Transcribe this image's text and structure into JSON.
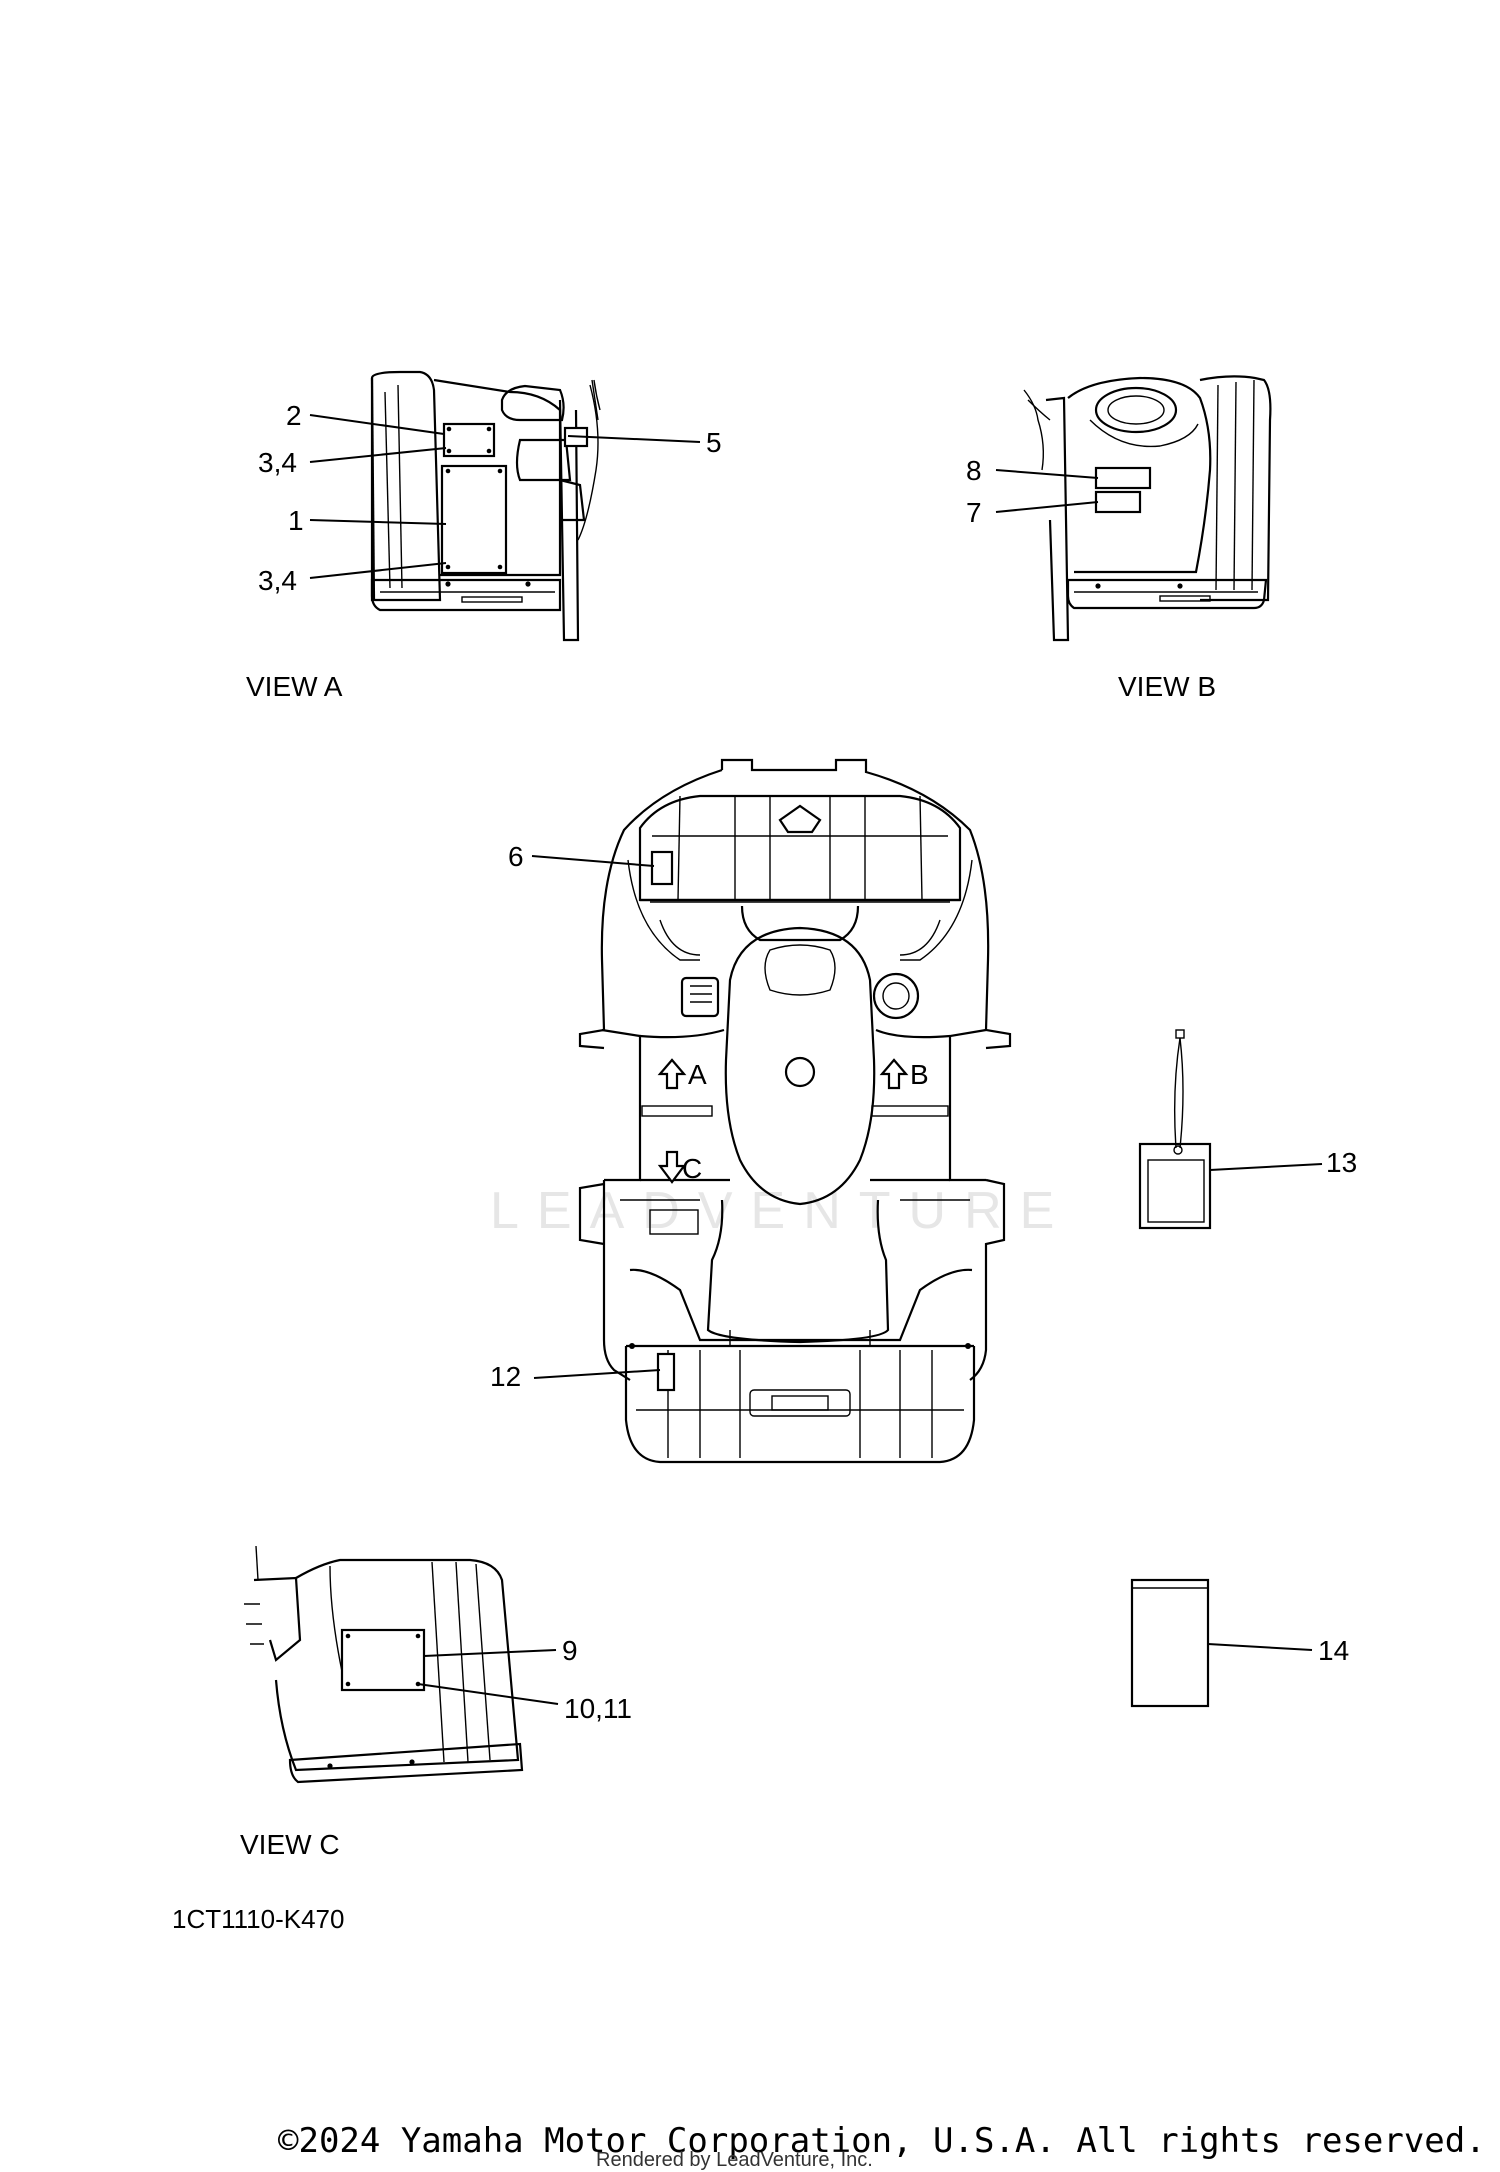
{
  "diagram": {
    "views": {
      "a": "VIEW A",
      "b": "VIEW B",
      "c": "VIEW C"
    },
    "callouts": {
      "c1": "1",
      "c2": "2",
      "c34_top": "3,4",
      "c34_bottom": "3,4",
      "c5": "5",
      "c6": "6",
      "c7": "7",
      "c8": "8",
      "c9": "9",
      "c10_11": "10,11",
      "c12": "12",
      "c13": "13",
      "c14": "14"
    },
    "arrow_labels": {
      "a": "A",
      "b": "B",
      "c": "C"
    },
    "diagram_code": "1CT1110-K470",
    "copyright": "©2024 Yamaha Motor Corporation, U.S.A. All rights reserved.",
    "rendered_by": "Rendered by LeadVenture, Inc.",
    "watermark": "LEADVENTURE"
  }
}
